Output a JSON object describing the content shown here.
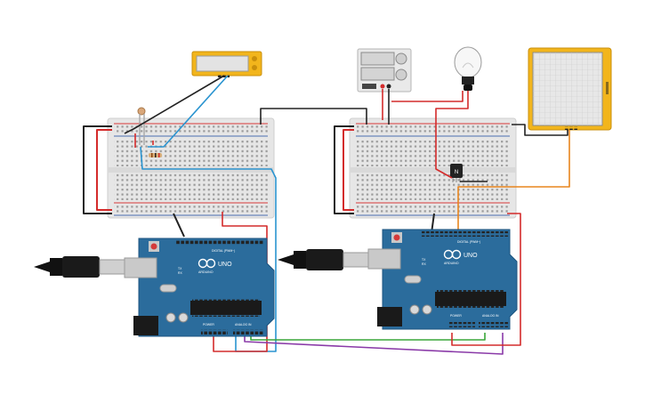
{
  "canvas": {
    "background": "#ffffff"
  },
  "boards": [
    {
      "id": "left",
      "brand": "ARDUINO",
      "model": "UNO",
      "digital_label": "DIGITAL (PWM~)",
      "power_label": "POWER",
      "analog_label": "ANALOG IN",
      "tx_label": "TX",
      "rx_label": "RX"
    },
    {
      "id": "right",
      "brand": "ARDUINO",
      "model": "UNO",
      "digital_label": "DIGITAL (PWM~)",
      "power_label": "POWER",
      "analog_label": "ANALOG IN",
      "tx_label": "TX",
      "rx_label": "RX"
    }
  ],
  "transistor": {
    "label": "N"
  },
  "colors": {
    "board_blue": "#2b6c9c",
    "breadboard": "#e8e8e8",
    "rail_red": "#d83a3a",
    "rail_blue": "#4a6fb0",
    "wire_red": "#d42b2b",
    "wire_black": "#222222",
    "wire_blue": "#2a94d0",
    "wire_green": "#3aa63a",
    "wire_purple": "#8a3aa8",
    "wire_orange": "#e8851e",
    "lcd_frame": "#f2b51c"
  }
}
